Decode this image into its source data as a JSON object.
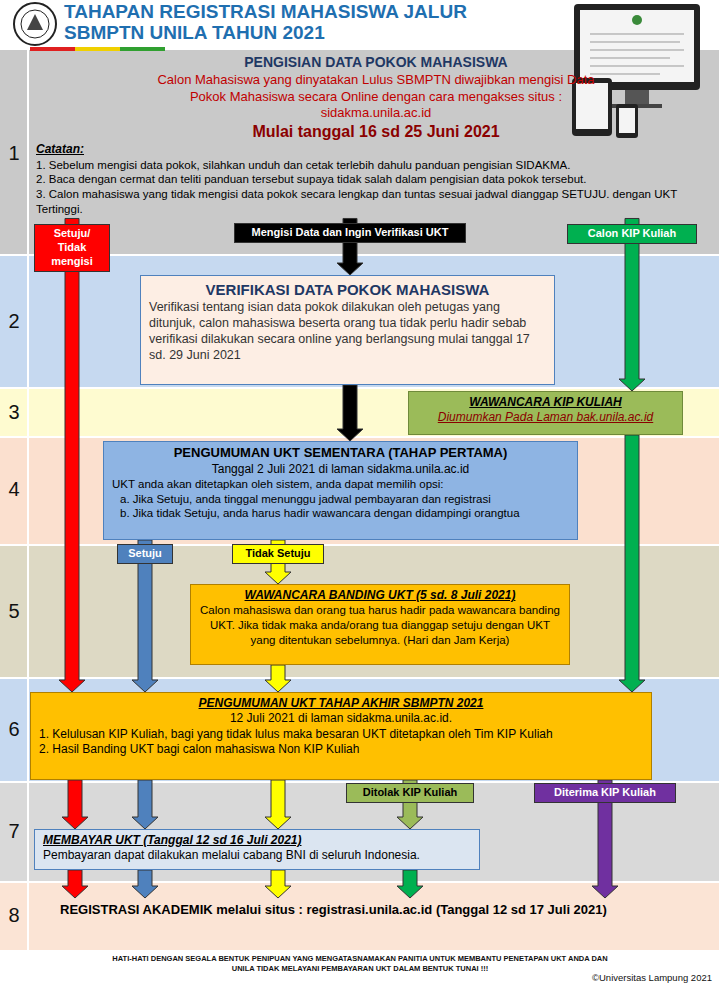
{
  "diagram": {
    "title": "TAHAPAN REGISTRASI MAHASISWA JALUR SBMPTN UNILA TAHUN 2021",
    "nodes": [
      {
        "text": [
          "PENGISIAN DATA POKOK MAHASISWA",
          "Calon Mahasiswa yang dinyatakan Lulus SBMPTN diwajibkan mengisi Data Pokok Mahasiswa secara Online dengan cara mengakses situs : sidakma.unila.ac.id",
          "Mulai tanggal 16 sd 25 Juni 2021",
          "Catatan:",
          "1. Sebelum mengisi data pokok, silahkan unduh dan cetak terlebih dahulu panduan pengisian SIDAKMA.",
          "2. Baca dengan cermat dan teliti panduan tersebut supaya tidak salah dalam pengisian data pokok tersebut.",
          "3. Calon mahasiswa yang tidak mengisi data pokok secara lengkap dan tuntas sesuai jadwal dianggap SETUJU. dengan UKT Tertinggi."
        ]
      },
      {
        "text": [
          "VERIFIKASI DATA POKOK MAHASISWA",
          "Verifikasi tentang isian data pokok dilakukan oleh petugas yang ditunjuk, calon mahasiswa beserta orang tua tidak perlu hadir sebab verifikasi dilakukan secara online yang berlangsung mulai tanggal 17 sd. 29 Juni 2021"
        ]
      },
      {
        "text": [
          "WAWANCARA KIP KULIAH",
          "Diumumkan Pada Laman bak.unila.ac.id"
        ]
      },
      {
        "text": [
          "PENGUMUMAN UKT SEMENTARA (TAHAP PERTAMA)",
          "Tanggal 2 Juli 2021 di laman sidakma.unila.ac.id",
          "UKT anda akan ditetapkan oleh sistem, anda dapat memilih opsi:",
          "a. Jika Setuju, anda tinggal menunggu jadwal pembayaran dan registrasi",
          "b. Jika tidak Setuju, anda harus hadir wawancara dengan didampingi orangtua"
        ]
      },
      {
        "text": [
          "WAWANCARA BANDING UKT (5 sd. 8 Juli 2021)",
          "Calon mahasiswa dan orang tua harus hadir pada wawancara banding UKT. Jika tidak maka anda/orang tua dianggap setuju dengan UKT yang ditentukan sebelumnya. (Hari dan Jam Kerja)"
        ]
      },
      {
        "text": [
          "PENGUMUMAN UKT TAHAP AKHIR SBMPTN 2021",
          "12 Juli 2021 di laman sidakma.unila.ac.id.",
          "1. Kelulusan KIP Kuliah, bagi yang tidak lulus maka besaran UKT ditetapkan oleh Tim KIP Kuliah",
          "2. Hasil Banding UKT bagi calon mahasiswa Non KIP Kuliah"
        ]
      },
      {
        "text": [
          "MEMBAYAR UKT (Tanggal 12 sd 16 Juli 2021)",
          "Pembayaran dapat dilakukan melalui cabang BNI di seluruh Indonesia."
        ]
      },
      {
        "text": [
          "REGISTRASI AKADEMIK melalui situs : registrasi.unila.ac.id (Tanggal 12 sd 17 Juli 2021)"
        ]
      }
    ],
    "edges": [
      {
        "from": 0,
        "to": 5,
        "label": "Setuju/ Tidak mengisi",
        "arrow": "to"
      },
      {
        "from": 0,
        "to": 1,
        "label": "Mengisi Data dan Ingin Verifikasi UKT",
        "arrow": "to"
      },
      {
        "from": 0,
        "to": 2,
        "label": "Calon KIP Kuliah",
        "arrow": "to"
      },
      {
        "from": 1,
        "to": 3,
        "arrow": "to"
      },
      {
        "from": 3,
        "to": 5,
        "label": "Setuju",
        "arrow": "to"
      },
      {
        "from": 3,
        "to": 4,
        "label": "Tidak Setuju",
        "arrow": "to"
      },
      {
        "from": 4,
        "to": 5,
        "arrow": "to"
      },
      {
        "from": 2,
        "to": 5,
        "arrow": "to"
      },
      {
        "from": 5,
        "to": 6,
        "arrow": "to"
      },
      {
        "from": 5,
        "to": 6,
        "arrow": "to"
      },
      {
        "from": 5,
        "to": 6,
        "arrow": "to"
      },
      {
        "from": 5,
        "to": 6,
        "label": "Ditolak KIP Kuliah",
        "arrow": "to"
      },
      {
        "from": 5,
        "to": 7,
        "label": "Diterima KIP Kuliah",
        "arrow": "to"
      },
      {
        "from": 6,
        "to": 7,
        "arrow": "to"
      },
      {
        "from": 6,
        "to": 7,
        "arrow": "to"
      },
      {
        "from": 6,
        "to": 7,
        "arrow": "to"
      },
      {
        "from": 6,
        "to": 7,
        "arrow": "to"
      }
    ],
    "labels": [
      "1",
      "2",
      "3",
      "4",
      "5",
      "6",
      "7",
      "8",
      "HATI-HATI DENGAN SEGALA BENTUK PENIPUAN YANG MENGATASNAMAKAN PANITIA UNTUK MEMBANTU PENETAPAN UKT ANDA DAN UNILA TIDAK MELAYANI PEMBAYARAN UKT DALAM BENTUK TUNAI !!!",
      "©Universitas Lampung 2021"
    ]
  }
}
